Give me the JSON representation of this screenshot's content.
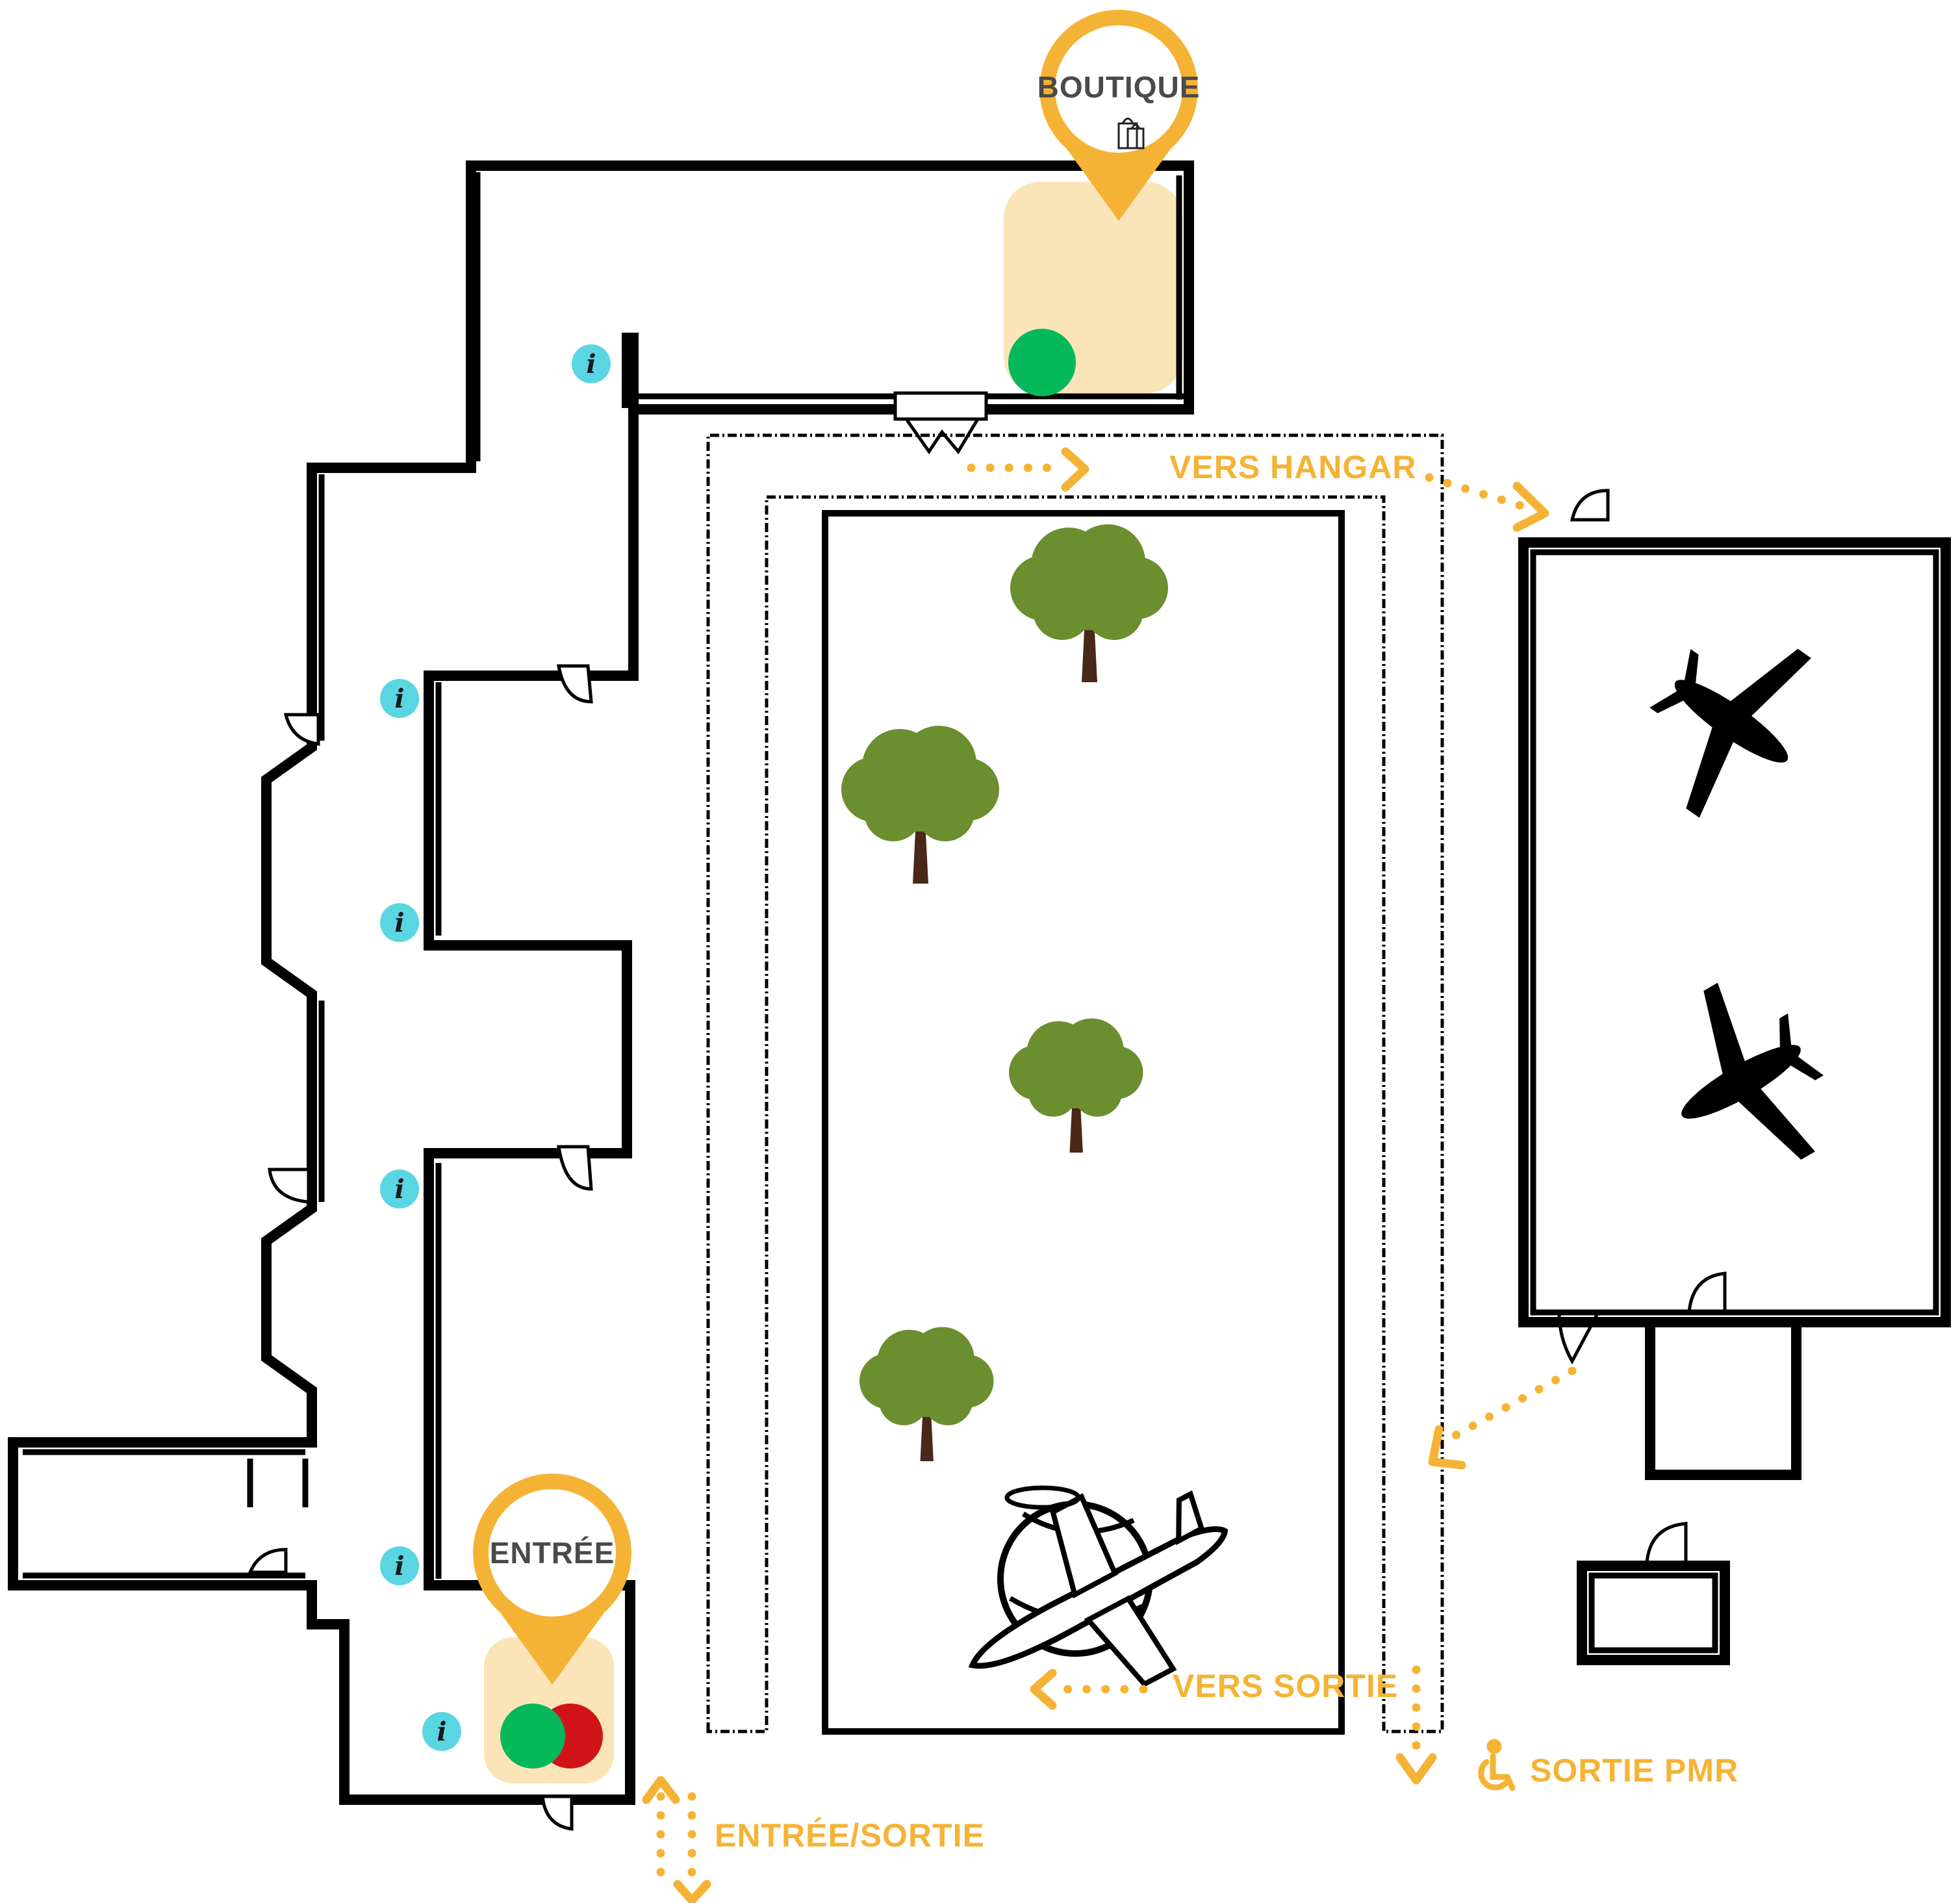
{
  "colors": {
    "accent_orange": "#f5b335",
    "zone_fill": "#fbe5b8",
    "info_cyan": "#5ad6e2",
    "dot_green": "#05b95a",
    "dot_red": "#d0141a",
    "tree_green": "#6b8e2f",
    "tree_trunk": "#4a2818"
  },
  "pins": {
    "boutique": {
      "label": "BOUTIQUE",
      "icon": "shopping-bags-icon"
    },
    "entree": {
      "label": "ENTRÉE"
    }
  },
  "labels": {
    "vers_hangar": "VERS HANGAR",
    "vers_sortie": "VERS SORTIE",
    "entree_sortie": "ENTRÉE/SORTIE",
    "sortie_pmr": "SORTIE PMR"
  },
  "info_marker": {
    "glyph": "i",
    "icon": "info-icon",
    "count": 6
  },
  "icons": {
    "hangar_planes": [
      "airplane-icon",
      "airplane-icon"
    ],
    "plane_globe": "airplane-globe-icon",
    "trees": [
      "tree-icon",
      "tree-icon",
      "tree-icon",
      "tree-icon"
    ],
    "pmr": "wheelchair-icon"
  }
}
